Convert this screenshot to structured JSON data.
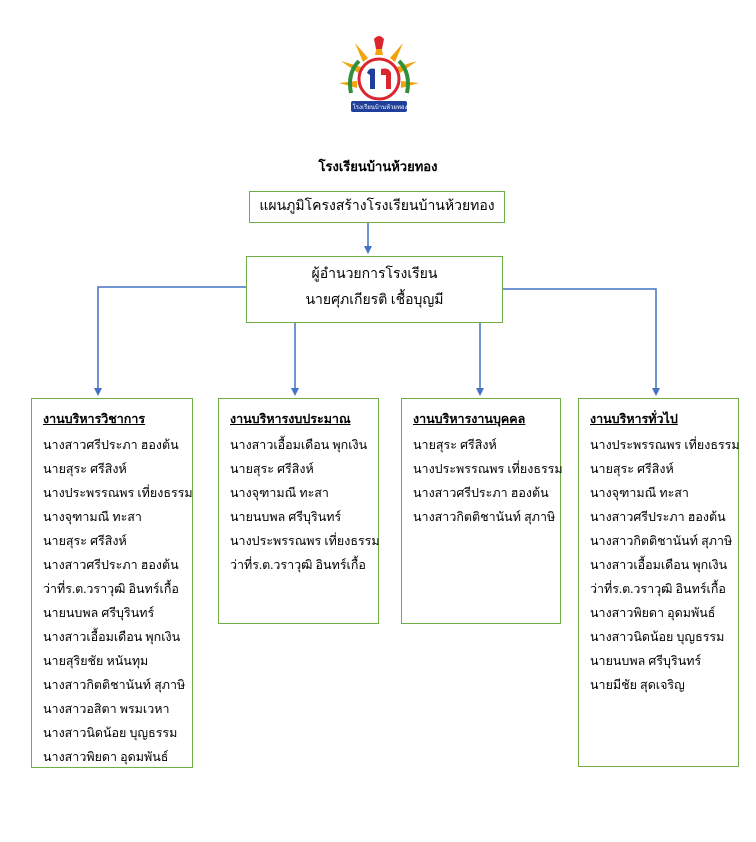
{
  "school_name": "โรงเรียนบ้านห้วยทอง",
  "logo_text": "โรงเรียนบ้านห้วยทอง",
  "plan_title": "แผนภูมิโครงสร้างโรงเรียนบ้านห้วยทอง",
  "director": {
    "title": "ผู้อำนวยการโรงเรียน",
    "name": "นายศุภเกียรติ เชื้อบุญมี"
  },
  "departments": [
    {
      "title": "งานบริหารวิชาการ",
      "members": [
        "นางสาวศรีประภา ฮองต้น",
        "นายสุระ ศรีสิงห์",
        "นางประพรรณพร เที่ยงธรรม",
        "นางจุฑามณี ทะสา",
        "นายสุระ ศรีสิงห์",
        "นางสาวศรีประภา ฮองต้น",
        "ว่าที่ร.ต.วราวุฒิ อินทร์เกื้อ",
        "นายนบพล ศรีบุรินทร์",
        "นางสาวเอื้อมเดือน พุกเงิน",
        "นายสุริยชัย หนันทุม",
        "นางสาวกิตติชานันท์ สุภาษิ",
        "นางสาวอสิตา พรมเวหา",
        "นางสาวนิดน้อย บุญธรรม",
        "นางสาวพิยดา อุดมพันธ์"
      ]
    },
    {
      "title": "งานบริหารงบประมาณ",
      "members": [
        "นางสาวเอื้อมเดือน พุกเงิน",
        "นายสุระ ศรีสิงห์",
        "นางจุฑามณี ทะสา",
        "นายนบพล ศรีบุรินทร์",
        "นางประพรรณพร เที่ยงธรรม",
        "ว่าที่ร.ต.วราวุฒิ อินทร์เกื้อ"
      ]
    },
    {
      "title": "งานบริหารงานบุคคล",
      "members": [
        "นายสุระ ศรีสิงห์",
        "นางประพรรณพร เที่ยงธรรม",
        "นางสาวศรีประภา ฮองต้น",
        "นางสาวกิตติชานันท์ สุภาษิ"
      ]
    },
    {
      "title": "งานบริหารทั่วไป",
      "members": [
        "นางประพรรณพร เที่ยงธรรม",
        "นายสุระ ศรีสิงห์",
        "นางจุฑามณี ทะสา",
        "นางสาวศรีประภา ฮองต้น",
        "นางสาวกิตติชานันท์ สุภาษิ",
        "นางสาวเอื้อมเดือน พุกเงิน",
        "ว่าที่ร.ต.วราวุฒิ อินทร์เกื้อ",
        "นางสาวพิยดา อุดมพันธ์",
        "นางสาวนิดน้อย บุญธรรม",
        "นายนบพล ศรีบุรินทร์",
        "นายมีชัย สุดเจริญ"
      ]
    }
  ],
  "colors": {
    "box_border": "#70ad47",
    "connector": "#4472c4",
    "logo_orange": "#f0a30a",
    "logo_red": "#d9262f",
    "logo_blue": "#1f3f9a",
    "logo_green": "#2f8f3a"
  }
}
